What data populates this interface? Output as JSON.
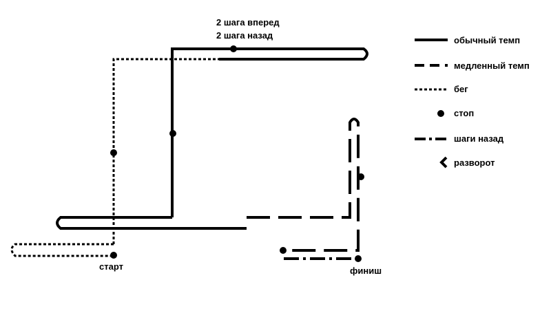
{
  "annotations": {
    "top_line1": "2 шага вперед",
    "top_line2": "2 шага назад",
    "start": "старт",
    "finish": "финиш"
  },
  "legend": {
    "normal": "обычный темп",
    "slow": "медленный темп",
    "run": "бег",
    "stop": "стоп",
    "back": "шаги назад",
    "turn": "разворот"
  },
  "colors": {
    "line": "#000000",
    "background": "#ffffff"
  },
  "icons": {
    "stop": "filled-dot",
    "turn": "chevron-left"
  }
}
